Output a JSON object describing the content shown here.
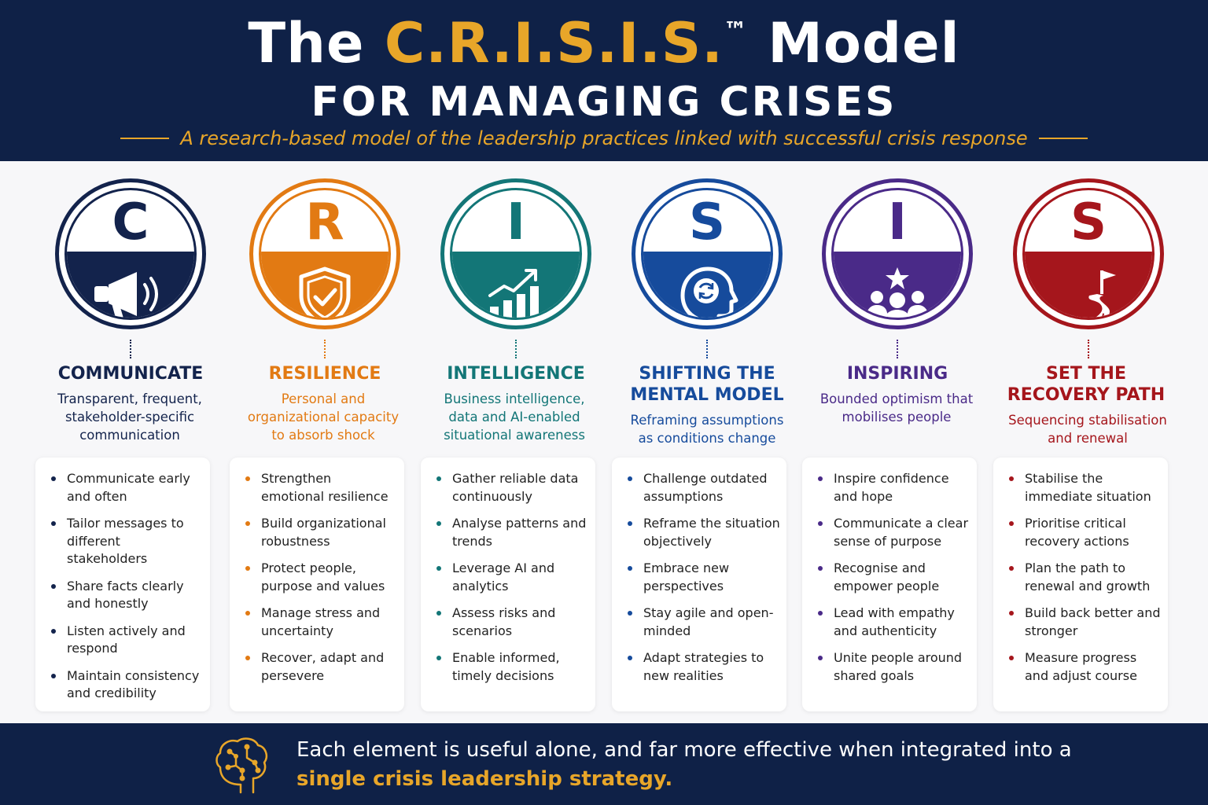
{
  "header": {
    "title_the": "The ",
    "title_accent": "C.R.I.S.I.S.",
    "title_tm": "™",
    "title_model": " Model",
    "title_line2": "FOR MANAGING CRISES",
    "subtitle": "A research-based model of the leadership practices linked with successful crisis response"
  },
  "colors": {
    "navy": "#0f2147",
    "gold": "#e8a629",
    "communicate": "#13234c",
    "resilience": "#e27a13",
    "intelligence": "#137677",
    "shifting": "#164b9c",
    "inspiring": "#4a2a88",
    "recovery": "#a5161c"
  },
  "columns": [
    {
      "letter": "C",
      "icon": "megaphone-icon",
      "title": "COMMUNICATE",
      "description": "Transparent, frequent, stakeholder-specific communication",
      "items": [
        "Communicate early and often",
        "Tailor messages to different stakeholders",
        "Share facts clearly and honestly",
        "Listen actively and respond",
        "Maintain consistency and credibility"
      ]
    },
    {
      "letter": "R",
      "icon": "shield-check-icon",
      "title": "RESILIENCE",
      "description": "Personal and organizational capacity to absorb shock",
      "items": [
        "Strengthen emotional resilience",
        "Build organizational robustness",
        "Protect people, purpose and values",
        "Manage stress and uncertainty",
        "Recover, adapt and persevere"
      ]
    },
    {
      "letter": "I",
      "icon": "growth-chart-icon",
      "title": "INTELLIGENCE",
      "description": "Business intelligence, data and AI-enabled situational awareness",
      "items": [
        "Gather reliable data continuously",
        "Analyse patterns and trends",
        "Leverage AI and analytics",
        "Assess risks and scenarios",
        "Enable informed, timely decisions"
      ]
    },
    {
      "letter": "S",
      "icon": "head-refresh-icon",
      "title": "SHIFTING THE MENTAL MODEL",
      "description": "Reframing assumptions as conditions change",
      "items": [
        "Challenge outdated assumptions",
        "Reframe the situation objectively",
        "Embrace new perspectives",
        "Stay agile and open-minded",
        "Adapt strategies to new realities"
      ]
    },
    {
      "letter": "I",
      "icon": "team-star-icon",
      "title": "INSPIRING",
      "description": "Bounded optimism that mobilises people",
      "items": [
        "Inspire confidence and hope",
        "Communicate a clear sense of purpose",
        "Recognise and empower people",
        "Lead with empathy and authenticity",
        "Unite people around shared goals"
      ]
    },
    {
      "letter": "S",
      "icon": "road-flag-icon",
      "title": "SET THE RECOVERY PATH",
      "description": "Sequencing stabilisation and renewal",
      "items": [
        "Stabilise the immediate situation",
        "Prioritise critical recovery actions",
        "Plan the path to renewal and growth",
        "Build back better and stronger",
        "Measure progress and adjust course"
      ]
    }
  ],
  "footer": {
    "icon": "brain-circuit-icon",
    "text_part1": "Each element is useful alone, and far more effective when integrated into a ",
    "text_highlight": "single crisis leadership strategy."
  }
}
